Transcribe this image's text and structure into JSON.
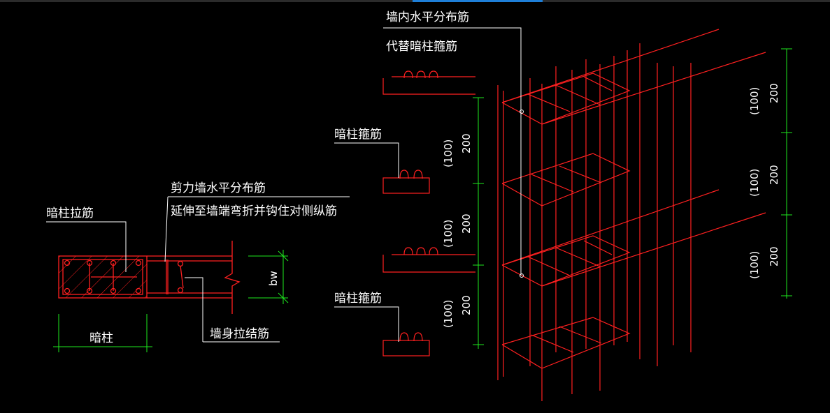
{
  "colors": {
    "rebar": "#ff2020",
    "leader": "#ffffff",
    "dimension": "#1ee81e",
    "background": "#000000"
  },
  "labels": {
    "wall_h_dist_bar": "墙内水平分布筋",
    "replace_stirrup": "代替暗柱箍筋",
    "stirrup_1": "暗柱箍筋",
    "stirrup_2": "暗柱箍筋",
    "shear_wall_h_bar": "剪力墙水平分布筋",
    "extend_note": "延伸至墙端弯折并钩住对侧纵筋",
    "column_tie": "暗柱拉筋",
    "wall_tie": "墙身拉结筋",
    "column": "暗柱",
    "bw": "bw"
  },
  "dimensions": {
    "left_200_1": "200",
    "left_100_1": "(100)",
    "left_200_2": "200",
    "left_100_2": "(100)",
    "left_200_3": "200",
    "left_100_3": "(100)",
    "right_200_1": "200",
    "right_100_1": "(100)",
    "right_200_2": "200",
    "right_100_2": "(100)",
    "right_200_3": "200",
    "right_100_3": "(100)"
  }
}
